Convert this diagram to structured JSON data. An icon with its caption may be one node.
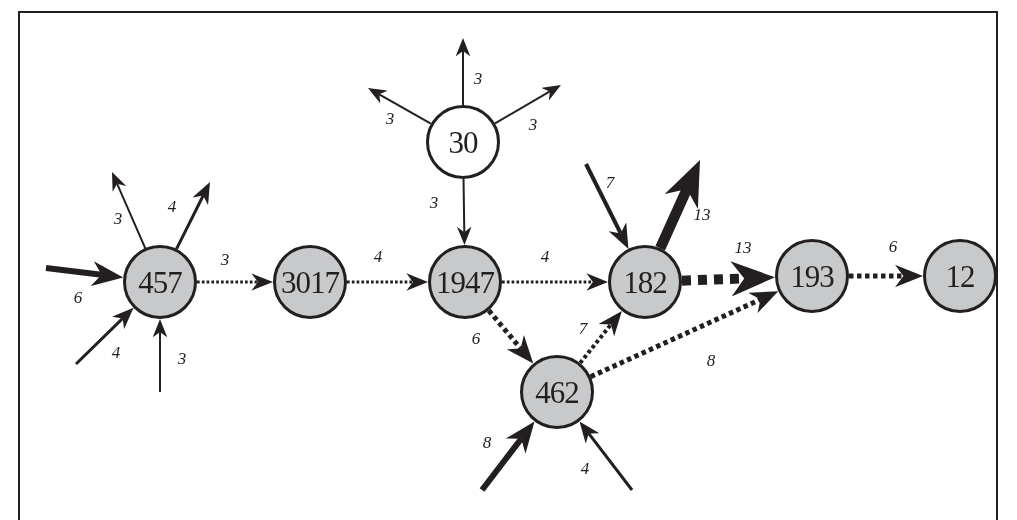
{
  "diagram": {
    "nodes": [
      {
        "text": [
          "457"
        ]
      },
      {
        "text": [
          "3017"
        ]
      },
      {
        "text": [
          "30"
        ]
      },
      {
        "text": [
          "1947"
        ]
      },
      {
        "text": [
          "182"
        ]
      },
      {
        "text": [
          "193"
        ]
      },
      {
        "text": [
          "12"
        ]
      },
      {
        "text": [
          "462"
        ]
      }
    ],
    "edges": [
      {
        "from": null,
        "to": 0,
        "arrow": "to",
        "label": "6",
        "style": "thick"
      },
      {
        "from": null,
        "to": 0,
        "arrow": "to",
        "label": "4"
      },
      {
        "from": null,
        "to": 0,
        "arrow": "to",
        "label": "3"
      },
      {
        "from": 0,
        "to": null,
        "arrow": "to",
        "label": "3"
      },
      {
        "from": 0,
        "to": null,
        "arrow": "to",
        "label": "4"
      },
      {
        "from": 0,
        "to": 1,
        "arrow": "to",
        "label": "3",
        "style": "dashed"
      },
      {
        "from": 1,
        "to": 3,
        "arrow": "to",
        "label": "4",
        "style": "dashed"
      },
      {
        "from": 2,
        "to": null,
        "arrow": "to",
        "label": "3"
      },
      {
        "from": 2,
        "to": null,
        "arrow": "to",
        "label": "3"
      },
      {
        "from": 2,
        "to": null,
        "arrow": "to",
        "label": "3"
      },
      {
        "from": 2,
        "to": 3,
        "arrow": "to",
        "label": "3"
      },
      {
        "from": 3,
        "to": 4,
        "arrow": "to",
        "label": "4",
        "style": "dashed"
      },
      {
        "from": 3,
        "to": 7,
        "arrow": "to",
        "label": "6",
        "style": "dashed"
      },
      {
        "from": null,
        "to": 4,
        "arrow": "to",
        "label": "7"
      },
      {
        "from": 4,
        "to": null,
        "arrow": "to",
        "label": "13",
        "style": "thick"
      },
      {
        "from": 4,
        "to": 5,
        "arrow": "to",
        "label": "13",
        "style": "dashed"
      },
      {
        "from": 7,
        "to": 4,
        "arrow": "to",
        "label": "7",
        "style": "dashed"
      },
      {
        "from": 7,
        "to": 5,
        "arrow": "to",
        "label": "8",
        "style": "dashed"
      },
      {
        "from": 5,
        "to": 6,
        "arrow": "to",
        "label": "6",
        "style": "dashed"
      },
      {
        "from": null,
        "to": 7,
        "arrow": "to",
        "label": "8",
        "style": "thick"
      },
      {
        "from": null,
        "to": 7,
        "arrow": "to",
        "label": "4"
      }
    ]
  }
}
